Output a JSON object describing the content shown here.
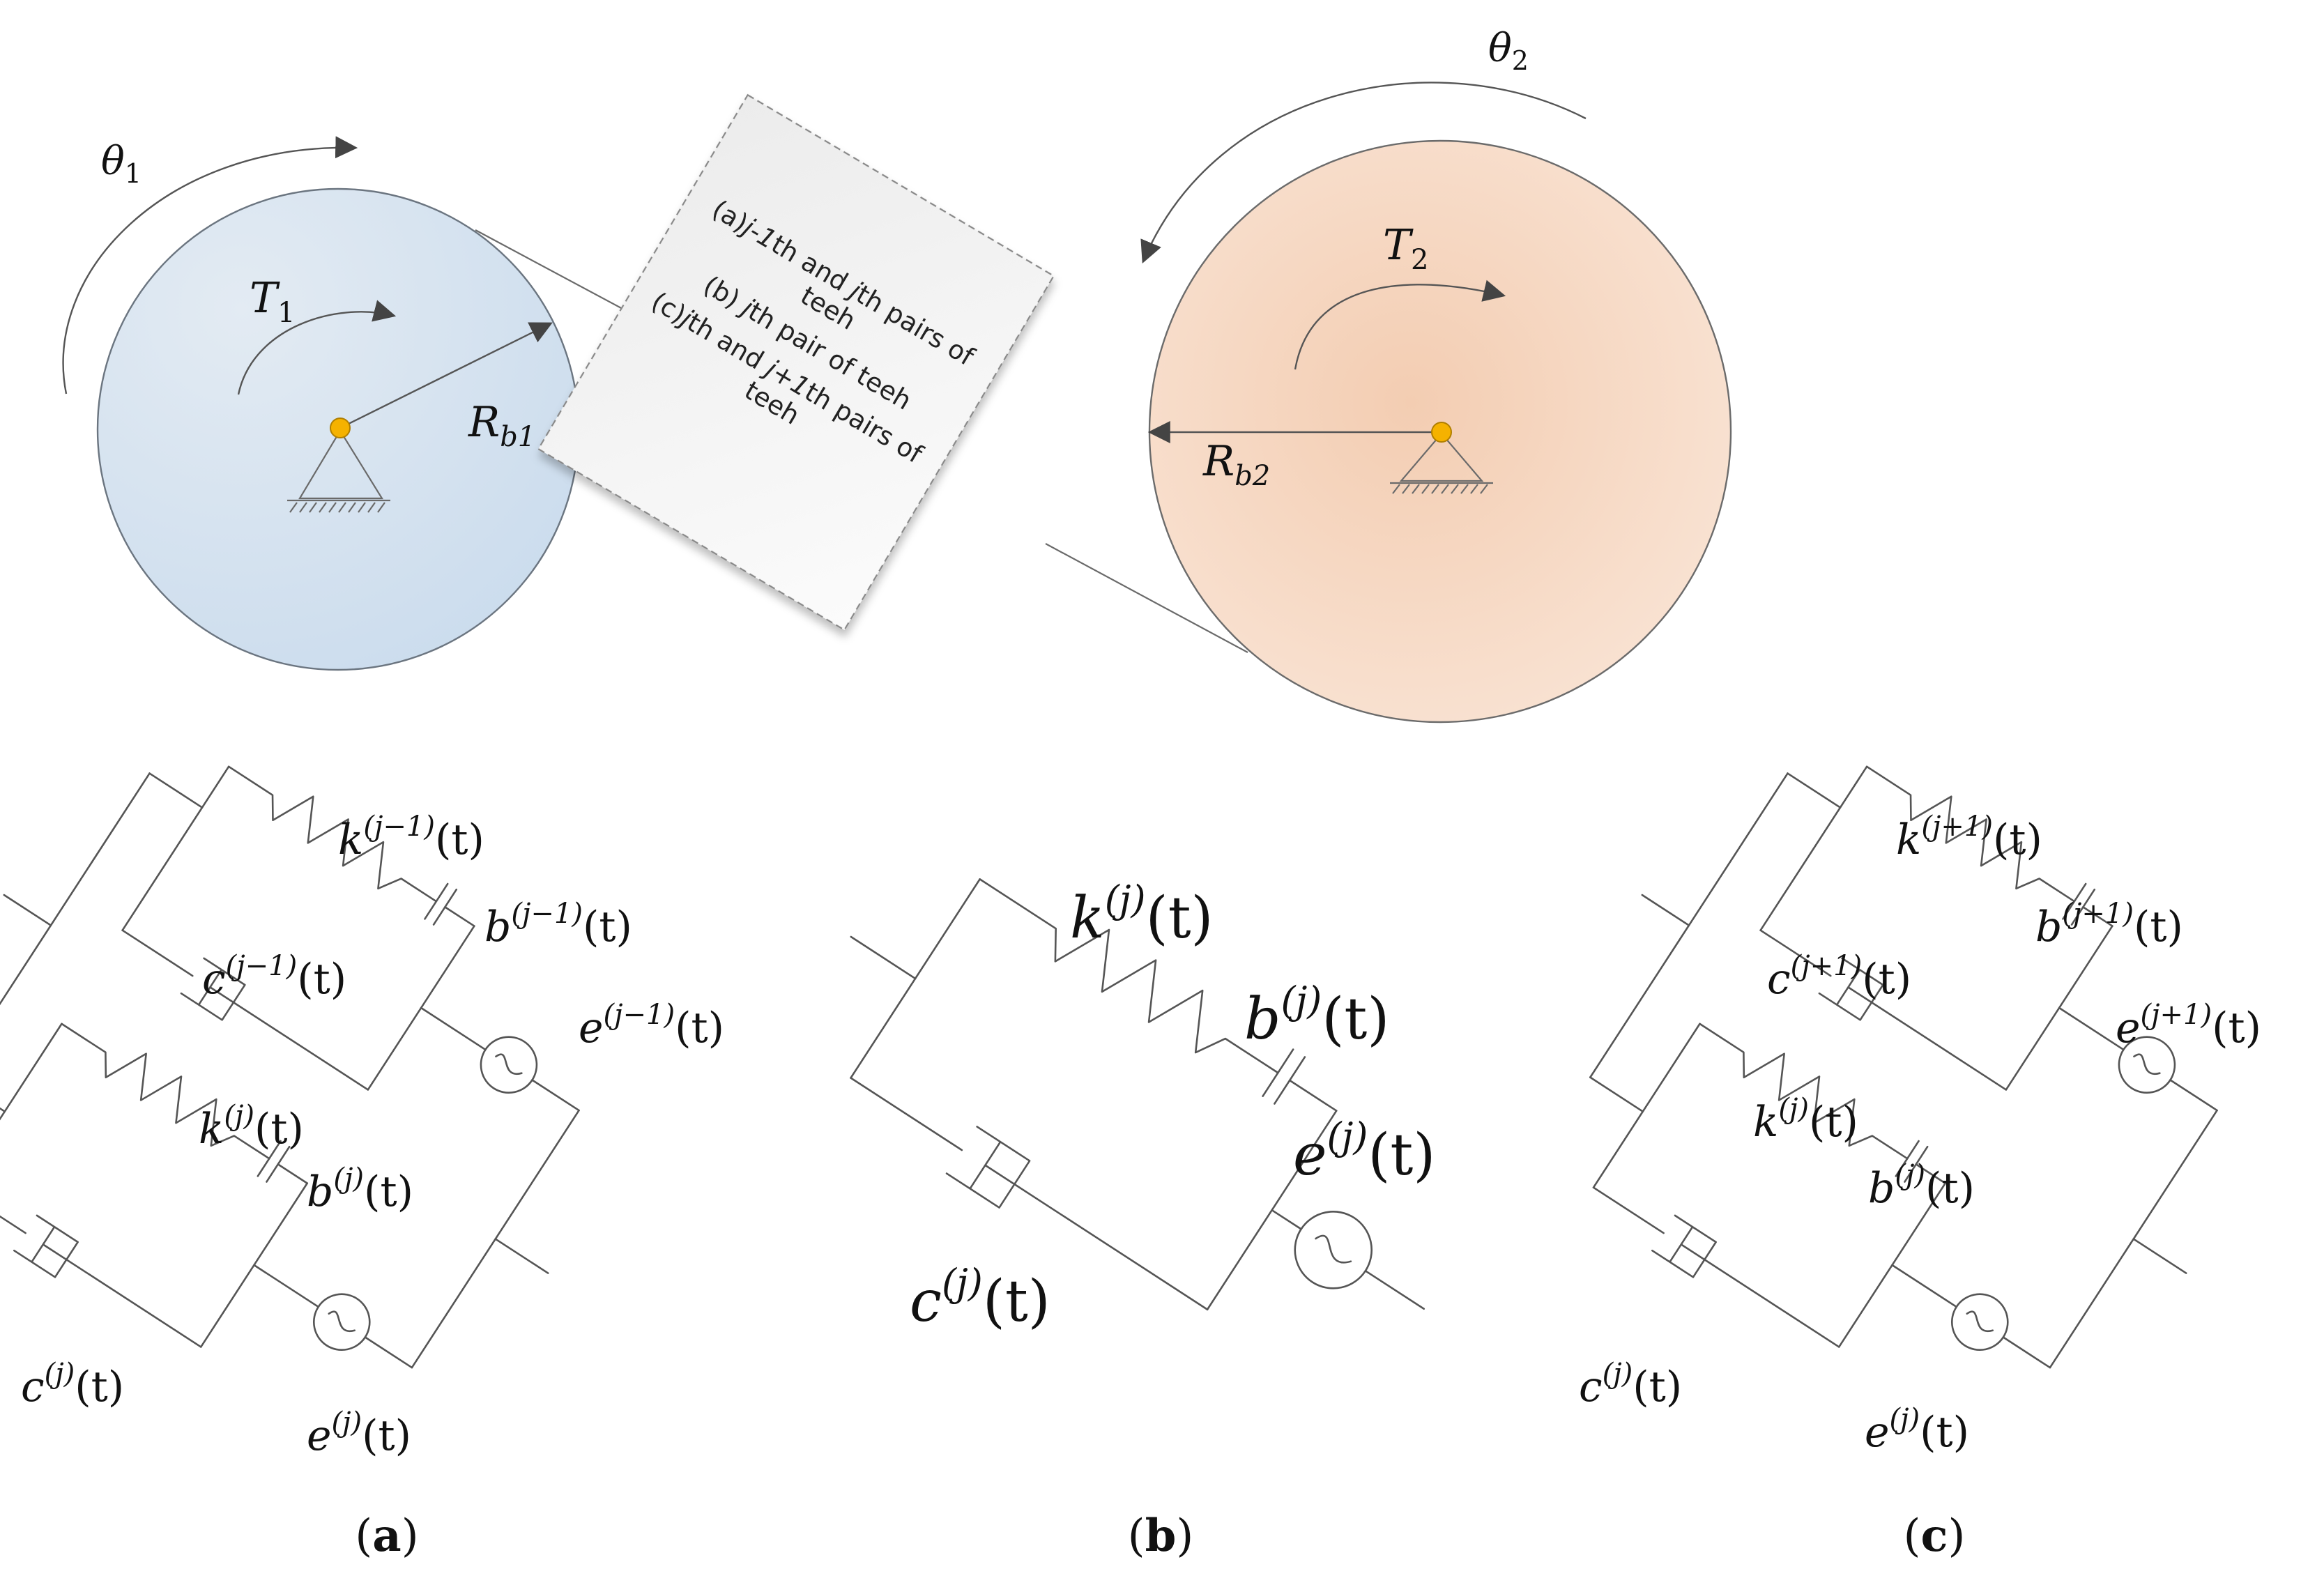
{
  "gears": {
    "theta1": {
      "base": "θ",
      "sub": "1"
    },
    "theta2": {
      "base": "θ",
      "sub": "2"
    },
    "torque1": {
      "base": "T",
      "sub": "1"
    },
    "torque2": {
      "base": "T",
      "sub": "2"
    },
    "radius1": {
      "base": "R",
      "sub": "b1"
    },
    "radius2": {
      "base": "R",
      "sub": "b2"
    }
  },
  "note": {
    "a_prefix": "(a)",
    "a_italic": "j-1",
    "a_mid": "th and ",
    "a_italic2": "j",
    "a_end": "th pairs of",
    "a_wrap": "teeh",
    "b_prefix": "(b) ",
    "b_italic": "j",
    "b_end": "th pair of teeh",
    "c_prefix": "(c)",
    "c_italic": "j",
    "c_mid": "th and ",
    "c_italic2": "j+1",
    "c_end": "th pairs of",
    "c_wrap": "teeh"
  },
  "models": {
    "a": {
      "caption_open": "(",
      "caption_letter": "a",
      "caption_close": ")",
      "k_upper": {
        "base": "k",
        "sup": "(j−1)",
        "arg": "(t)"
      },
      "b_upper": {
        "base": "b",
        "sup": "(j−1)",
        "arg": "(t)"
      },
      "c_upper": {
        "base": "c",
        "sup": "(j−1)",
        "arg": "(t)"
      },
      "e_upper": {
        "base": "e",
        "sup": "(j−1)",
        "arg": "(t)"
      },
      "k_lower": {
        "base": "k",
        "sup": "(j)",
        "arg": "(t)"
      },
      "b_lower": {
        "base": "b",
        "sup": "(j)",
        "arg": "(t)"
      },
      "c_lower": {
        "base": "c",
        "sup": "(j)",
        "arg": "(t)"
      },
      "e_lower": {
        "base": "e",
        "sup": "(j)",
        "arg": "(t)"
      }
    },
    "b": {
      "caption_open": "(",
      "caption_letter": "b",
      "caption_close": ")",
      "k": {
        "base": "k",
        "sup": "(j)",
        "arg": "(t)"
      },
      "b": {
        "base": "b",
        "sup": "(j)",
        "arg": "(t)"
      },
      "c": {
        "base": "c",
        "sup": "(j)",
        "arg": "(t)"
      },
      "e": {
        "base": "e",
        "sup": "(j)",
        "arg": "(t)"
      }
    },
    "c": {
      "caption_open": "(",
      "caption_letter": "c",
      "caption_close": ")",
      "k_upper": {
        "base": "k",
        "sup": "(j+1)",
        "arg": "(t)"
      },
      "b_upper": {
        "base": "b",
        "sup": "(j+1)",
        "arg": "(t)"
      },
      "c_upper": {
        "base": "c",
        "sup": "(j+1)",
        "arg": "(t)"
      },
      "e_upper": {
        "base": "e",
        "sup": "(j+1)",
        "arg": "(t)"
      },
      "k_lower": {
        "base": "k",
        "sup": "(j)",
        "arg": "(t)"
      },
      "b_lower": {
        "base": "b",
        "sup": "(j)",
        "arg": "(t)"
      },
      "c_lower": {
        "base": "c",
        "sup": "(j)",
        "arg": "(t)"
      },
      "e_lower": {
        "base": "e",
        "sup": "(j)",
        "arg": "(t)"
      }
    }
  },
  "colors": {
    "gear1_fill": "#dbe6f0",
    "gear2_fill": "#f7d9c5",
    "pivot": "#f5b200"
  }
}
